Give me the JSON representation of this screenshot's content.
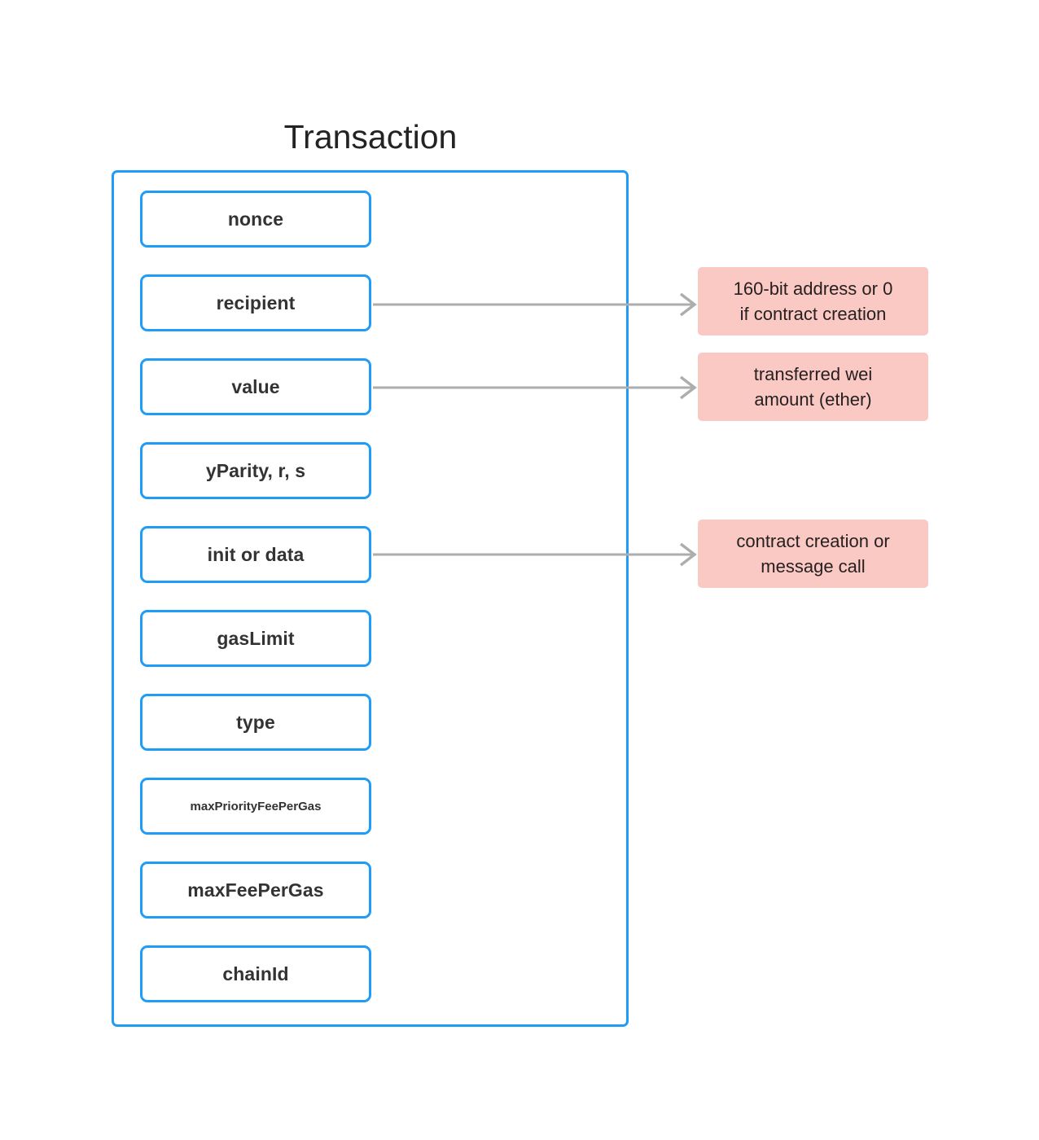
{
  "diagram": {
    "title": "Transaction",
    "container_name": "transaction-container",
    "accent_color": "#1f9cf8",
    "note_color": "#fbc9c3",
    "arrow_color": "#adadad",
    "text_color": "#333333"
  },
  "fields": [
    {
      "label": "nonce",
      "emphasis": "normal"
    },
    {
      "label": "recipient",
      "emphasis": "normal"
    },
    {
      "label": "value",
      "emphasis": "normal"
    },
    {
      "label": "yParity, r, s",
      "emphasis": "normal"
    },
    {
      "label": "init or data",
      "emphasis": "normal"
    },
    {
      "label": "gasLimit",
      "emphasis": "normal"
    },
    {
      "label": "type",
      "emphasis": "normal"
    },
    {
      "label": "maxPriorityFeePerGas",
      "emphasis": "small"
    },
    {
      "label": "maxFeePerGas",
      "emphasis": "normal"
    },
    {
      "label": "chainId",
      "emphasis": "normal"
    }
  ],
  "notes": [
    {
      "line1": "160-bit address or 0",
      "line2": "if contract creation",
      "source": "recipient"
    },
    {
      "line1": "transferred wei",
      "line2": "amount (ether)",
      "source": "value"
    },
    {
      "line1": "contract creation or",
      "line2": "message call",
      "source": "init or data"
    }
  ]
}
